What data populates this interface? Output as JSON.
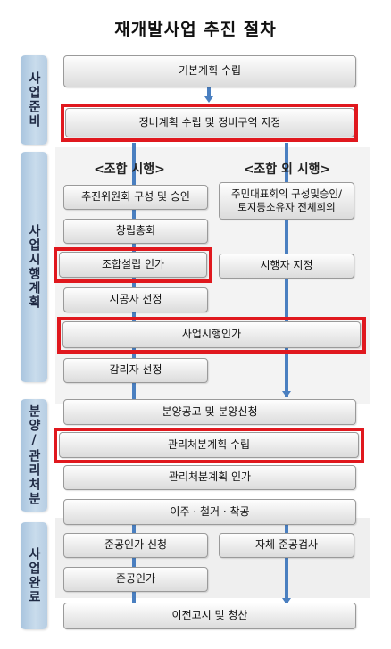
{
  "title": "재개발사업 추진 절차",
  "stages": {
    "prep": "사업준비",
    "exec": "사업시행계획",
    "sale": "분양/관리처분",
    "done": "사업완료"
  },
  "columns": {
    "left": "<조합 시행>",
    "right": "<조합 외 시행>"
  },
  "steps": {
    "basic_plan": "기본계획 수립",
    "zone_designation": "정비계획 수립 및 정비구역 지정",
    "committee": "추진위원회 구성 및 승인",
    "owners_meeting": "주민대표회의 구성및승인/\n토지등소유자 전체회의",
    "founding_meeting": "창립총회",
    "union_approval": "조합설립 인가",
    "operator_designation": "시행자 지정",
    "contractor_selection": "시공자 선정",
    "project_approval": "사업시행인가",
    "supervisor_selection": "감리자 선정",
    "sale_notice": "분양공고 및 분양신청",
    "disposal_plan": "관리처분계획 수립",
    "disposal_approval": "관리처분계획 인가",
    "relocation": "이주 · 철거 · 착공",
    "completion_application": "준공인가 신청",
    "self_inspection": "자체 준공검사",
    "completion_approval": "준공인가",
    "transfer_settlement": "이전고시 및 청산"
  },
  "colors": {
    "highlight": "#e0181e",
    "arrow": "#4a7fc0",
    "stage_bg": "#b6cde3"
  }
}
